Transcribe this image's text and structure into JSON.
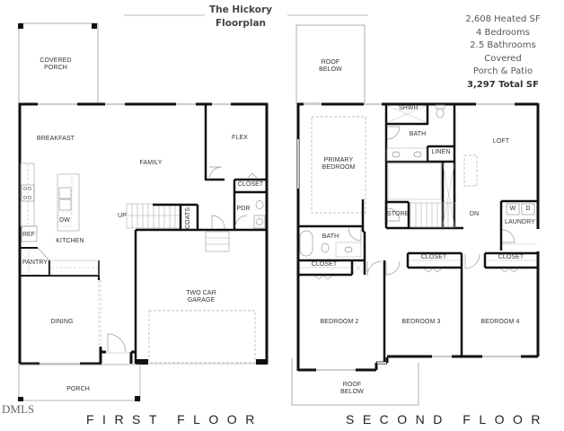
{
  "header": {
    "title_line1": "The Hickory",
    "title_line2": "Floorplan"
  },
  "stats": {
    "heated_sf": "2,608 Heated SF",
    "bedrooms": "4 Bedrooms",
    "bathrooms": "2.5 Bathrooms",
    "covered_line1": "Covered",
    "covered_line2": "Porch & Patio",
    "total_sf": "3,297 Total SF"
  },
  "first_floor": {
    "label": "FIRST FLOOR",
    "rooms": {
      "covered_porch_1": "COVERED",
      "covered_porch_2": "PORCH",
      "breakfast": "BREAKFAST",
      "family": "FAMILY",
      "flex": "FLEX",
      "closet": "CLOSET",
      "pdr": "PDR",
      "coats": "COATS",
      "up": "UP",
      "dw": "DW",
      "kitchen": "KITCHEN",
      "ref": "REF",
      "pantry": "PANTRY",
      "garage_1": "TWO CAR",
      "garage_2": "GARAGE",
      "dining": "DINING",
      "porch": "PORCH"
    }
  },
  "second_floor": {
    "label": "SECOND FLOOR",
    "rooms": {
      "roof_below_top_1": "ROOF",
      "roof_below_top_2": "BELOW",
      "primary_bedroom_1": "PRIMARY",
      "primary_bedroom_2": "BEDROOM",
      "shwr": "SHWR",
      "primary_bath": "BATH",
      "linen": "LINEN",
      "loft": "LOFT",
      "store": "STORE",
      "dn": "DN",
      "washer": "W",
      "dryer": "D",
      "laundry": "LAUNDRY",
      "hall_bath": "BATH",
      "closet_bed2": "CLOSET",
      "closet_bed3": "CLOSET",
      "closet_bed4": "CLOSET",
      "bedroom2": "BEDROOM 2",
      "bedroom3": "BEDROOM 3",
      "bedroom4": "BEDROOM 4",
      "roof_below_bottom_1": "ROOF",
      "roof_below_bottom_2": "BELOW"
    }
  },
  "watermark": "DMLS",
  "colors": {
    "wall": "#111111",
    "thin_line": "#999999",
    "window": "#c8c8c8"
  }
}
